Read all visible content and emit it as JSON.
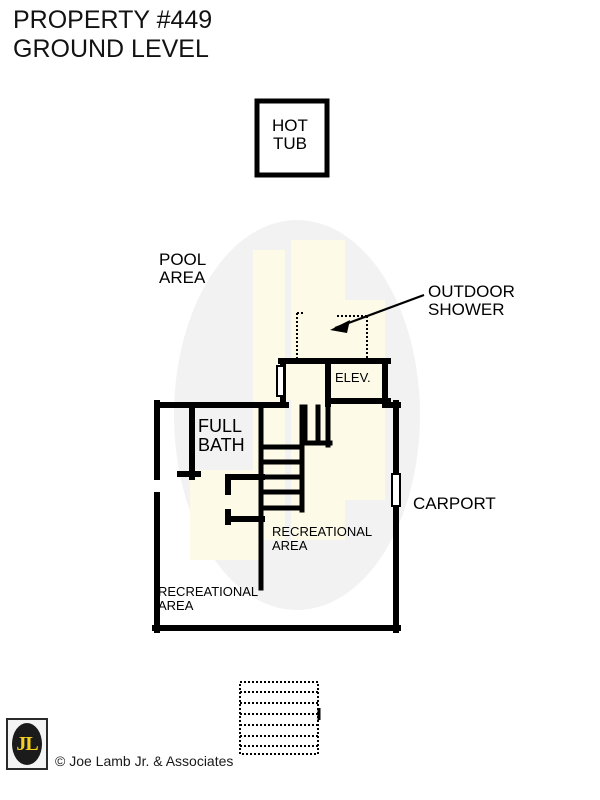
{
  "document": {
    "title_line_1": "PROPERTY #449",
    "title_line_2": "GROUND LEVEL"
  },
  "plan": {
    "rooms": {
      "hot_tub": "HOT\nTUB",
      "pool_area": "POOL\nAREA",
      "elevator": "ELEV.",
      "full_bath": "FULL\nBATH",
      "carport": "CARPORT",
      "recreational_area_upper": "RECREATIONAL\nAREA",
      "recreational_area_lower": "RECREATIONAL\nAREA"
    },
    "annotations": {
      "outdoor_shower": "OUTDOOR\nSHOWER"
    },
    "colors": {
      "wall": "#000000",
      "floor_fill": "#fdfbe8",
      "watermark": "#f2f2f2",
      "page_background": "#ffffff",
      "logo_accent": "#f5d020"
    }
  },
  "footer": {
    "logo_text": "JL",
    "copyright": "© Joe Lamb Jr. & Associates"
  }
}
